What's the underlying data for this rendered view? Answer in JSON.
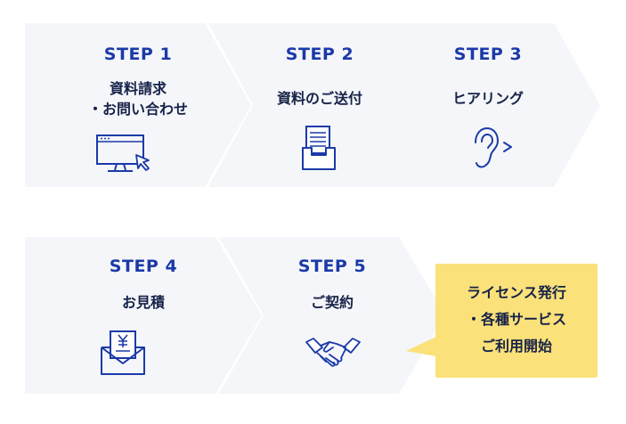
{
  "steps": [
    {
      "title": "STEP 1",
      "lines": [
        "資料請求",
        "・お問い合わせ"
      ],
      "icon": "computer-monitor-cursor-icon"
    },
    {
      "title": "STEP 2",
      "lines": [
        "資料のご送付"
      ],
      "icon": "document-tray-icon"
    },
    {
      "title": "STEP 3",
      "lines": [
        "ヒアリング"
      ],
      "icon": "ear-icon"
    },
    {
      "title": "STEP 4",
      "lines": [
        "お見積"
      ],
      "icon": "yen-envelope-icon"
    },
    {
      "title": "STEP 5",
      "lines": [
        "ご契約"
      ],
      "icon": "handshake-icon"
    }
  ],
  "callout": {
    "lines": [
      "ライセンス発行",
      "・各種サービス",
      "ご利用開始"
    ]
  },
  "colors": {
    "step_title": "#1b3aa8",
    "label_text": "#162248",
    "icon_stroke": "#1b3aa8",
    "panel_bg": "#f5f6f9",
    "callout_bg": "#fbe17a"
  }
}
